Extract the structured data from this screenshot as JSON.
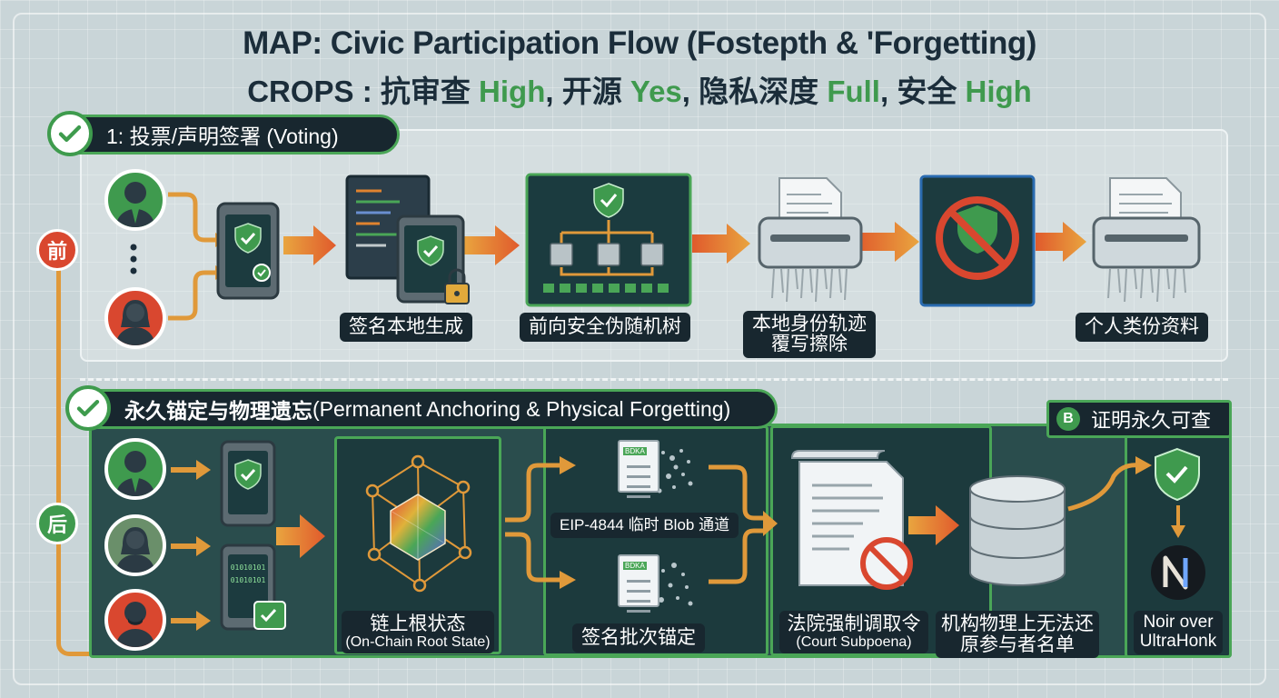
{
  "title": {
    "line1": "MAP: Civic Participation Flow (Fostepth & 'Forgetting)",
    "crops_prefix": "CROPS : ",
    "k1": "抗审查 ",
    "v1": "High",
    "sep1": ", ",
    "k2": "开源 ",
    "v2": "Yes",
    "sep2": ", ",
    "k3": "隐私深度 ",
    "v3": "Full",
    "sep3": ", ",
    "k4": "安全 ",
    "v4": "High"
  },
  "timeline": {
    "before": "前",
    "after": "后"
  },
  "section1": {
    "header": "1: 投票/声明签署 (Voting)",
    "labels": {
      "sign_local": "签名本地生成",
      "fs_tree": "前向安全伪随机树",
      "erase_l1": "本地身份轨迹",
      "erase_l2": "覆写擦除",
      "personal_data": "个人类份资料"
    }
  },
  "section2": {
    "header": "永久锚定与物理遗忘",
    "header_en": " (Permanent Anchoring & Physical Forgetting)",
    "badge_letter": "B",
    "badge_text": "证明永久可查",
    "doc_tag": "BDKA",
    "phone_codes": [
      "01010101",
      "01010101"
    ],
    "labels": {
      "root_l1": "链上根状态",
      "root_l2": "(On-Chain Root State)",
      "blob": "EIP-4844 临时 Blob 通道",
      "batch": "签名批次锚定",
      "court_l1": "法院强制调取令",
      "court_l2": "(Court Subpoena)",
      "inst_l1": "机构物理上无法还",
      "inst_l2": "原参与者名单",
      "noir_l1": "Noir over",
      "noir_l2": "UltraHonk"
    }
  },
  "colors": {
    "green": "#3f9a4e",
    "orange": "#e0832f",
    "red": "#d9472f",
    "dark": "#18272f"
  }
}
